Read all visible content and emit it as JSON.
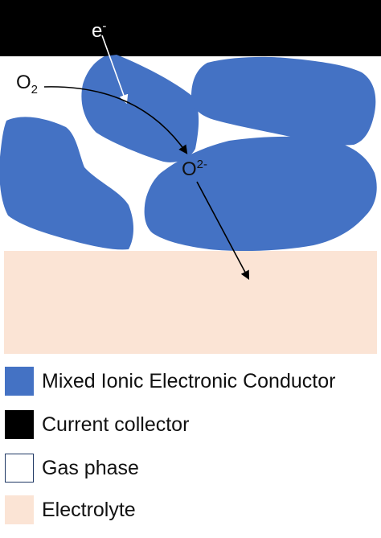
{
  "diagram": {
    "labels": {
      "electron": {
        "base": "e",
        "sup": "-"
      },
      "oxygen_gas": {
        "base": "O",
        "sub": "2"
      },
      "oxide_ion": {
        "base": "O",
        "sup": "2-"
      }
    }
  },
  "legend": [
    {
      "label": "Mixed Ionic Electronic Conductor",
      "color": "#4472c4",
      "border": "#4472c4"
    },
    {
      "label": "Current collector",
      "color": "#000000",
      "border": "#000000"
    },
    {
      "label": "Gas phase",
      "color": "#ffffff",
      "border": "#1f3864"
    },
    {
      "label": "Electrolyte",
      "color": "#fbe4d5",
      "border": "#fbe4d5"
    }
  ],
  "colors": {
    "mixed_conductor": "#4472c4",
    "current_collector": "#000000",
    "electrolyte": "#fbe4d5",
    "arrow_dark": "#000000",
    "arrow_light": "#ffffff"
  }
}
